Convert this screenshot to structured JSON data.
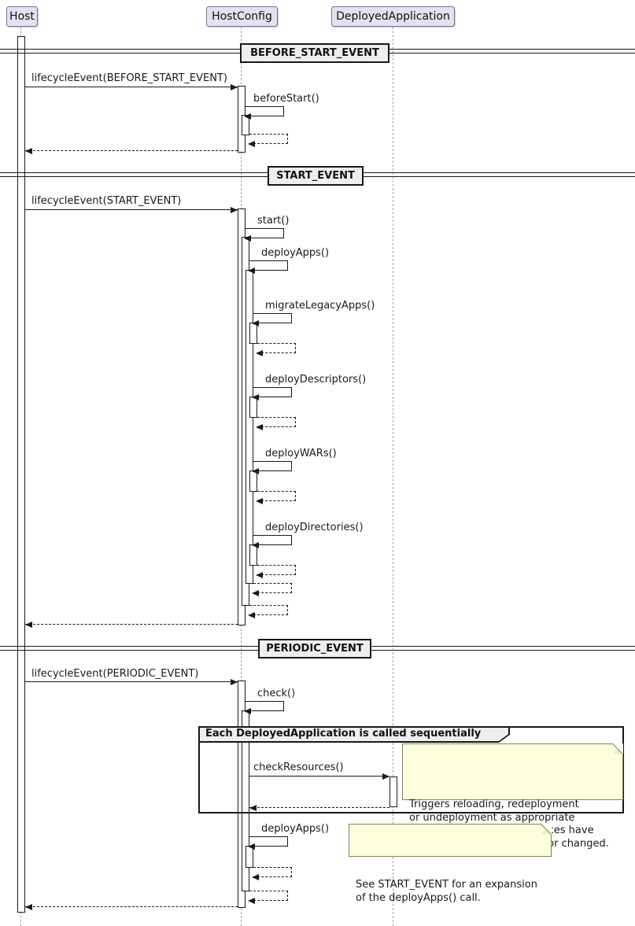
{
  "participants": [
    {
      "name": "Host"
    },
    {
      "name": "HostConfig"
    },
    {
      "name": "DeployedApplication"
    }
  ],
  "dividers": [
    {
      "label": "BEFORE_START_EVENT"
    },
    {
      "label": "START_EVENT"
    },
    {
      "label": "PERIODIC_EVENT"
    }
  ],
  "messages": {
    "m_before": "lifecycleEvent(BEFORE_START_EVENT)",
    "before_start": "beforeStart()",
    "m_start": "lifecycleEvent(START_EVENT)",
    "start": "start()",
    "deploy_apps": "deployApps()",
    "migrate_legacy_apps": "migrateLegacyApps()",
    "deploy_descriptors": "deployDescriptors()",
    "deploy_wars": "deployWARs()",
    "deploy_directories": "deployDirectories()",
    "m_periodic": "lifecycleEvent(PERIODIC_EVENT)",
    "check": "check()",
    "check_resources": "checkResources()",
    "deploy_apps_periodic": "deployApps()"
  },
  "group": {
    "label": "Each DeployedApplication is called sequentially"
  },
  "notes": [
    {
      "text": "Triggers reloading, redeployment\nor undeployment as appropriate\ndepending on which resources have\nbeen added, removed and/or changed."
    },
    {
      "text": "See START_EVENT for an expansion\nof the deployApps() call."
    }
  ],
  "colors": {
    "participant_fill": "#E2E2F0",
    "participant_border": "#757593",
    "divider_fill": "#EEEEEE",
    "group_header_fill": "#EEEEEE",
    "note_fill": "#FEFFDD",
    "note_border": "#82825C",
    "line": "#1A1A1A",
    "lifeline": "#A5A5A5"
  }
}
